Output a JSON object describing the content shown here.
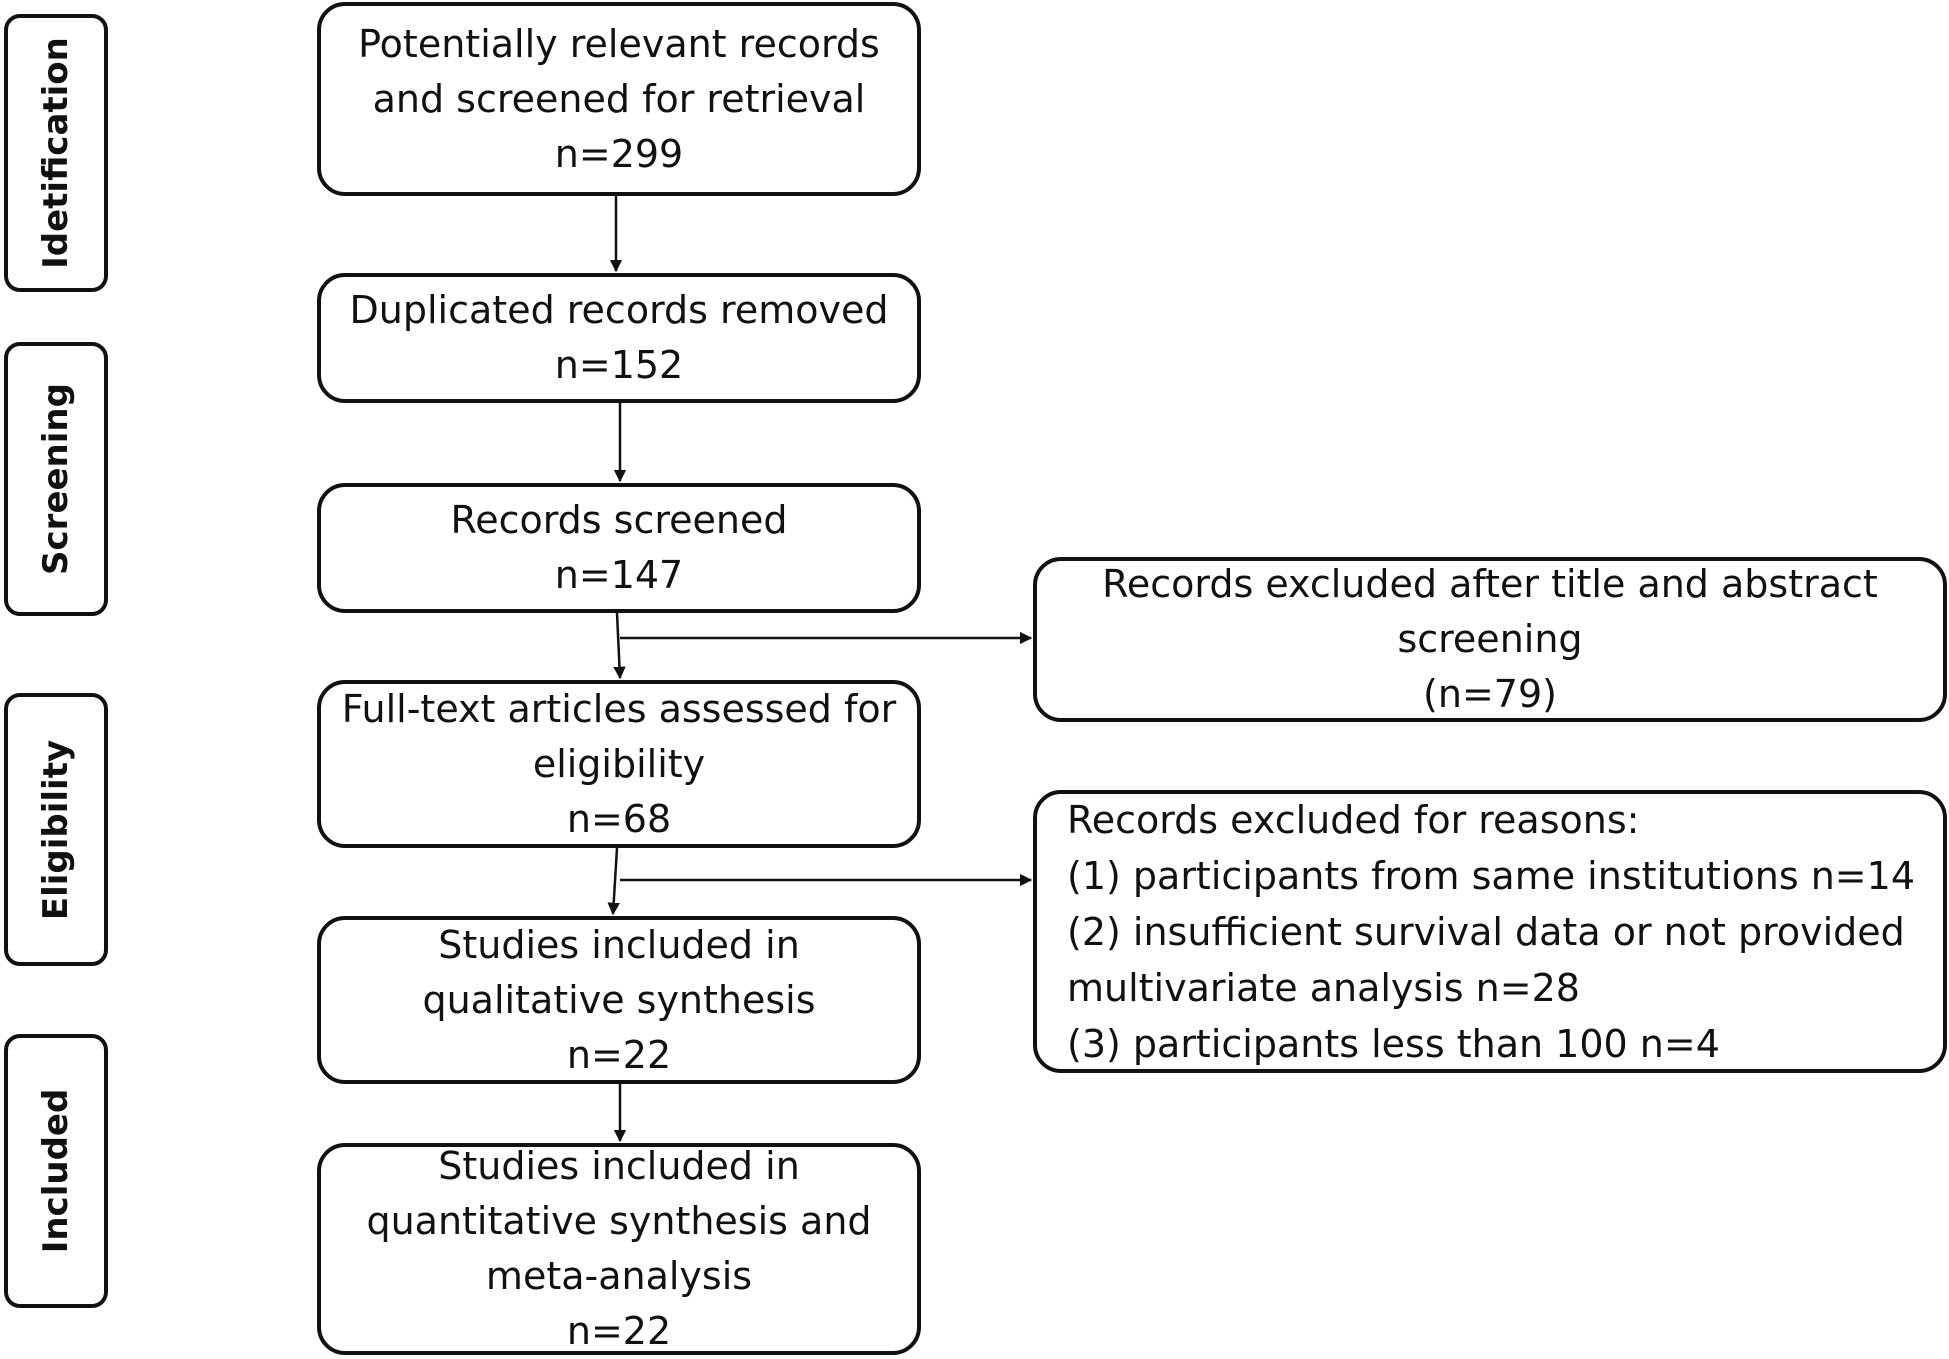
{
  "stages": {
    "identification": "Idetification",
    "screening": "Screening",
    "eligibility": "Eligibility",
    "included": "Included"
  },
  "boxes": {
    "identified": {
      "lines": [
        "Potentially relevant records",
        "and screened for retrieval"
      ],
      "count": "n=299"
    },
    "duplicates": {
      "lines": [
        "Duplicated records removed"
      ],
      "count": "n=152"
    },
    "screened": {
      "lines": [
        "Records screened"
      ],
      "count": "n=147"
    },
    "fulltext": {
      "lines": [
        "Full-text articles assessed for",
        "eligibility"
      ],
      "count": "n=68"
    },
    "qualitative": {
      "lines": [
        "Studies included in",
        "qualitative synthesis"
      ],
      "count": "n=22"
    },
    "quantitative": {
      "lines": [
        "Studies included in",
        "quantitative synthesis and",
        "meta-analysis"
      ],
      "count": "n=22"
    },
    "excluded_title": {
      "lines": [
        "Records excluded after title and abstract",
        "screening"
      ],
      "count": "(n=79)"
    },
    "excluded_reasons": {
      "heading": "Records excluded for reasons:",
      "reasons": [
        "(1) participants from same institutions n=14",
        "(2) insufficient survival data or not provided",
        "multivariate analysis n=28",
        "(3)  participants less than 100 n=4"
      ]
    }
  }
}
